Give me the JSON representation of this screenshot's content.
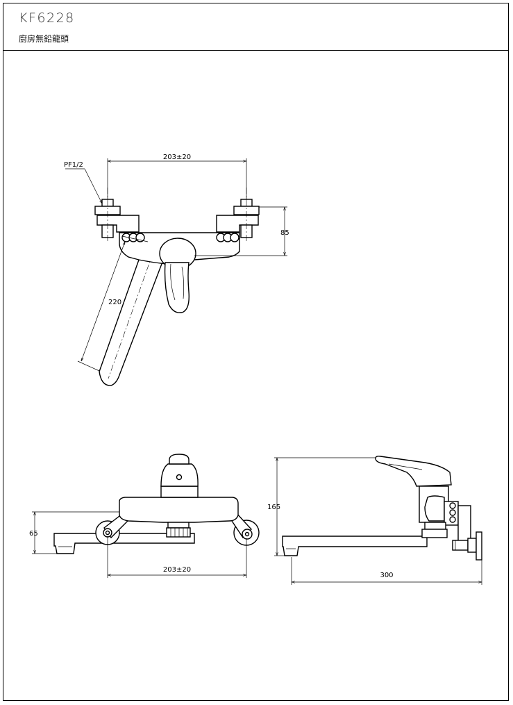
{
  "header": {
    "model": "KF6228",
    "product_name": "廚房無鉛龍頭"
  },
  "top_view": {
    "pipe_thread_label": "PF1/2",
    "inlet_spacing_label": "203±20",
    "height_label": "85",
    "spout_length_label": "220"
  },
  "front_view": {
    "height_label": "65",
    "inlet_spacing_label": "203±20"
  },
  "side_view": {
    "height_label": "165",
    "reach_label": "300"
  }
}
